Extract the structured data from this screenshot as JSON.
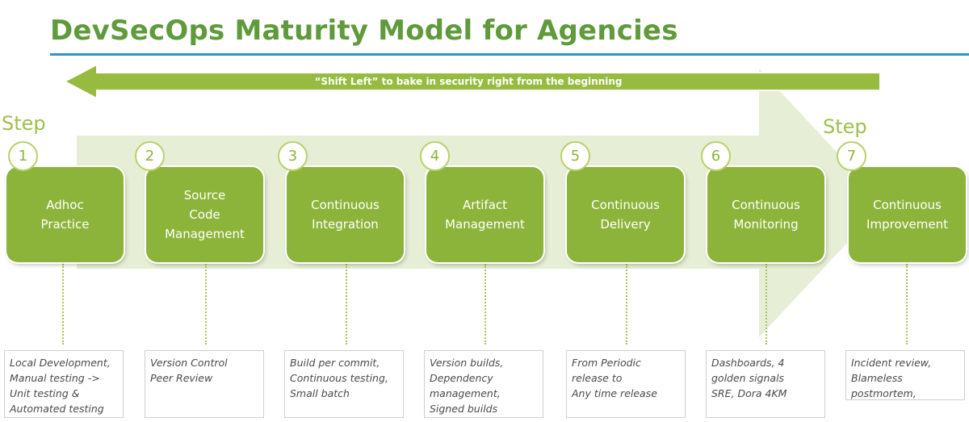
{
  "title": "DevSecOps Maturity Model for Agencies",
  "banner": "“Shift Left” to bake in security right from the beginning",
  "step_word_left": "Step",
  "step_word_right": "Step",
  "steps": [
    {
      "number": "1",
      "label": "Adhoc\nPractice",
      "note": "Local Development,\nManual testing ->\nUnit testing &\nAutomated testing"
    },
    {
      "number": "2",
      "label": "Source\nCode\nManagement",
      "note": "Version Control\nPeer Review"
    },
    {
      "number": "3",
      "label": "Continuous\nIntegration",
      "note": "Build per commit,\nContinuous testing,\nSmall batch"
    },
    {
      "number": "4",
      "label": "Artifact\nManagement",
      "note": "Version builds,\nDependency\nmanagement,\nSigned builds"
    },
    {
      "number": "5",
      "label": "Continuous\nDelivery",
      "note": "From Periodic\nrelease to\n Any time release"
    },
    {
      "number": "6",
      "label": "Continuous\nMonitoring",
      "note": "Dashboards, 4\ngolden signals\n SRE, Dora 4KM"
    },
    {
      "number": "7",
      "label": "Continuous\nImprovement",
      "note": "Incident review,\nBlameless\npostmortem,"
    }
  ],
  "colors": {
    "title": "#5f9a3b",
    "rule": "#2e93c9",
    "box": "#8db43a",
    "banner": "#96bb3e",
    "big_arrow": "#e6eed5"
  }
}
